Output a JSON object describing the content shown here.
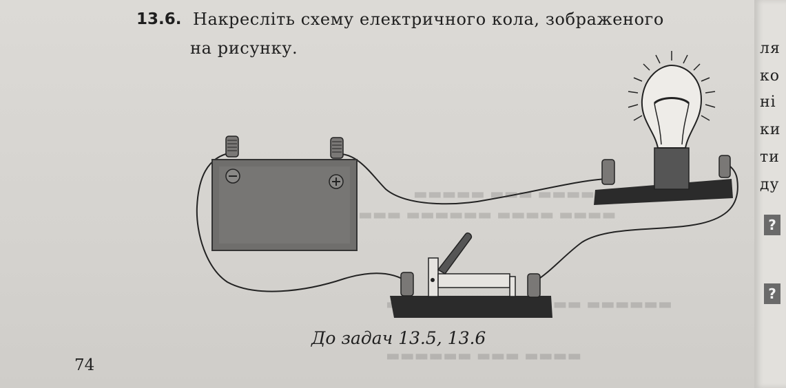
{
  "problem": {
    "number": "13.6.",
    "line1": "Накресліть схему електричного кола, зображеного",
    "line2": "на рисунку."
  },
  "figure": {
    "caption": "До задач 13.5, 13.6",
    "battery_minus_symbol": "⊖",
    "battery_plus_symbol": "⊕"
  },
  "page_number": "74",
  "right_page": {
    "lines": [
      "ля",
      "ко",
      "ні",
      "ки",
      "ти",
      "ду"
    ],
    "question_marks": [
      "?",
      "?"
    ]
  }
}
